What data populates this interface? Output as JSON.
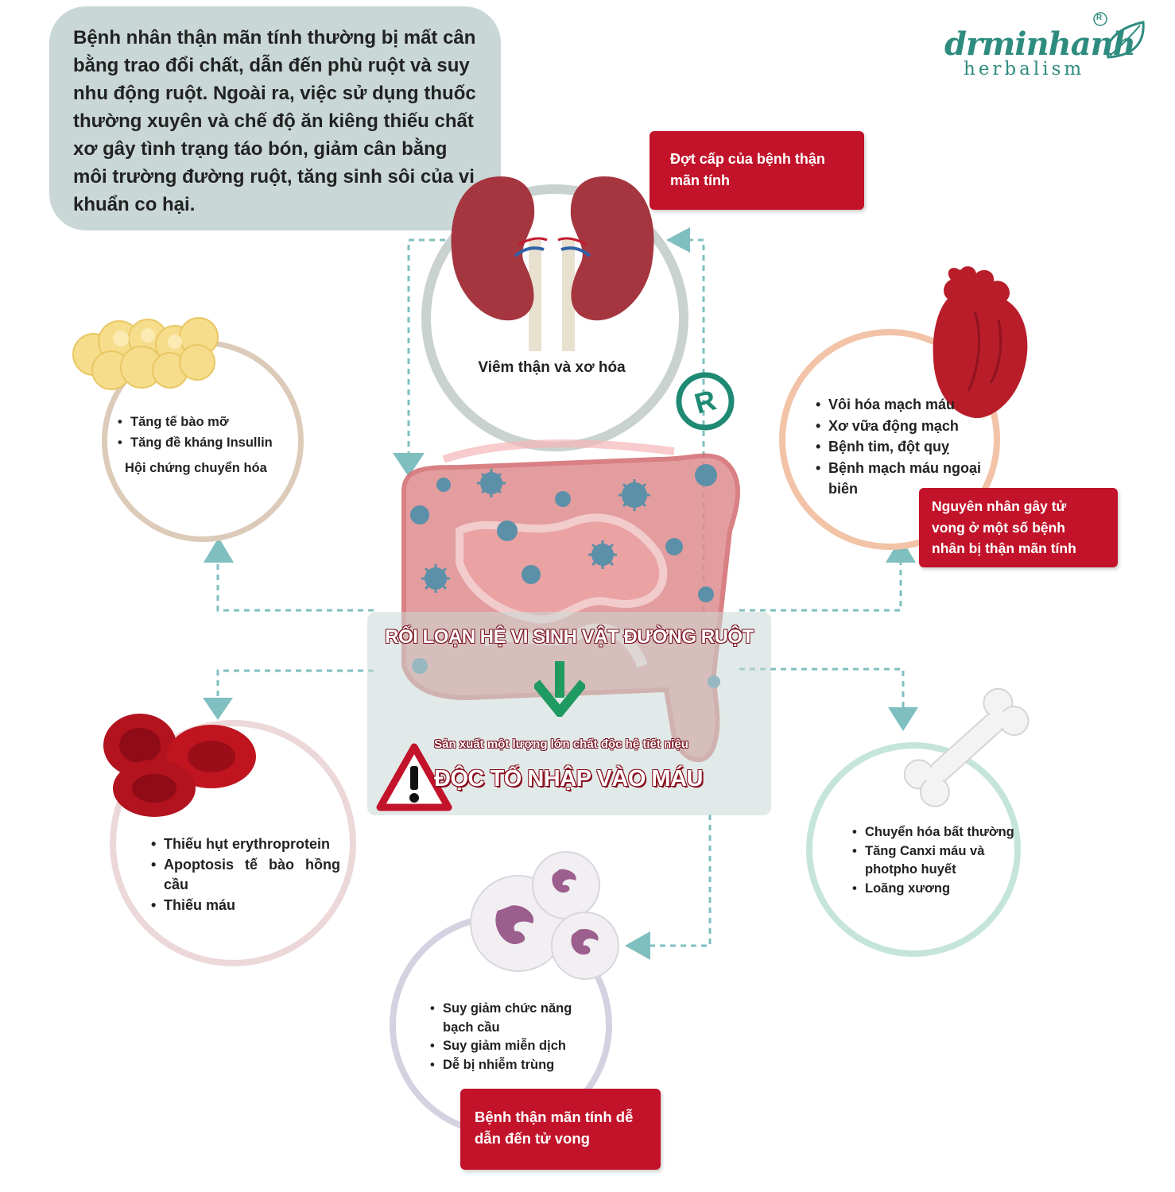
{
  "intro": {
    "text": "Bệnh nhân thận mãn tính thường bị mất cân bằng trao đổi chất, dẫn đến phù ruột và suy nhu động ruột. Ngoài ra, việc sử dụng thuốc thường xuyên và chế độ ăn kiêng thiếu chất xơ gây tình trạng táo bón, giảm cân bằng môi trường đường ruột, tăng sinh sôi của vi khuẩn co hại."
  },
  "logo": {
    "word1": "drminhanh",
    "word2": "herbalism",
    "mark": "R"
  },
  "colors": {
    "red": "#c2132a",
    "teal_dash": "#7fbfbf",
    "intro_bg": "#c9d8d7",
    "logo": "#2e8c7f"
  },
  "kidney": {
    "label": "Viêm thận và xơ hóa",
    "red_note": "Đợt cấp của bệnh thận mãn tính"
  },
  "fat": {
    "items": [
      "Tăng tế bào mỡ",
      "Tăng đề kháng Insullin"
    ],
    "label": "Hội chứng chuyển hóa"
  },
  "heart": {
    "items": [
      "Vôi hóa mạch máu",
      "Xơ vữa động mạch",
      "Bệnh tim, đột quỵ",
      "Bệnh mạch máu ngoại biên"
    ],
    "red_note": "Nguyên nhân gây tử vong ở một số bệnh nhân bị thận mãn tính"
  },
  "gut": {
    "title": "RỐI LOẠN HỆ VI SINH VẬT ĐƯỜNG RUỘT",
    "subtitle": "Sản xuất một lượng lớn chất độc hệ tiết niệu",
    "main": "ĐỘC TỐ NHẬP VÀO MÁU"
  },
  "blood": {
    "items": [
      "Thiếu hụt erythroprotein",
      "Apoptosis tế bào hồng cầu",
      "Thiếu máu"
    ]
  },
  "bone": {
    "items": [
      "Chuyển hóa bất thường",
      "Tăng Canxi máu và photpho huyết",
      "Loãng xương"
    ]
  },
  "wbc": {
    "items": [
      "Suy giảm chức năng bạch cầu",
      "Suy giảm miễn dịch",
      "Dễ bị nhiễm trùng"
    ],
    "red_note": "Bệnh thận mãn tính dễ dẫn đến tử vong"
  }
}
